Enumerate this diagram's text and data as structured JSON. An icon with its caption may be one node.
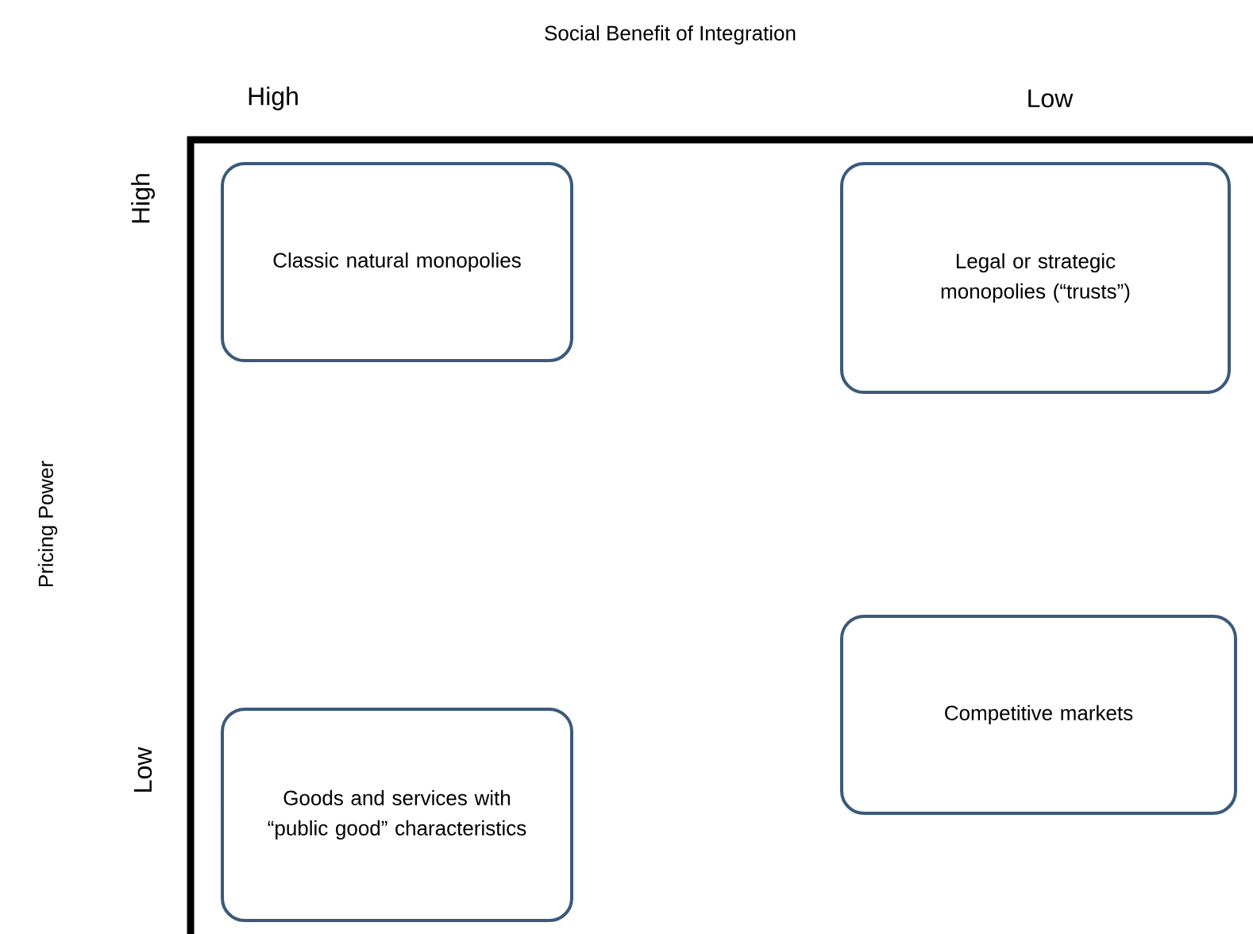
{
  "diagram": {
    "nodes": [
      {
        "text": [
          "Classic natural monopolies"
        ]
      },
      {
        "text": [
          "Legal or strategic monopolies (“trusts”)"
        ]
      },
      {
        "text": [
          "Goods and services with “public good” characteristics"
        ]
      },
      {
        "text": [
          "Competitive markets"
        ]
      }
    ],
    "labels": [
      "Social Benefit of Integration",
      "High",
      "Low",
      "High",
      "Pricing Power",
      "Low"
    ]
  }
}
